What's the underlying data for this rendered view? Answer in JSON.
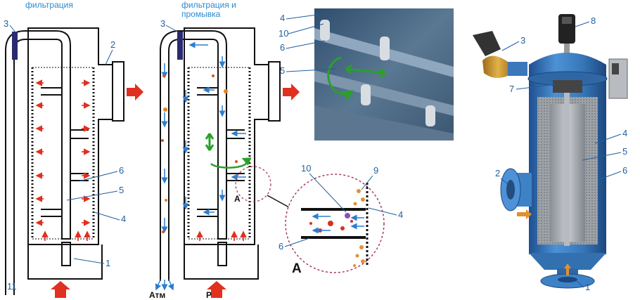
{
  "headers": {
    "left": "фильтрация",
    "middle": "фильтрация и промывка",
    "middle_line1": "фильтрация и",
    "middle_line2": "промывка"
  },
  "left_diagram": {
    "labels": [
      "3",
      "2",
      "6",
      "5",
      "4",
      "1",
      "11"
    ]
  },
  "middle_diagram": {
    "labels": [
      "3",
      "А"
    ],
    "bottom_left": "Атм",
    "bottom_right": "Р"
  },
  "photo_detail": {
    "labels": [
      "4",
      "10",
      "6",
      "5"
    ]
  },
  "zoom_detail": {
    "title": "А",
    "labels": [
      "10",
      "9",
      "4",
      "6"
    ]
  },
  "render": {
    "labels": [
      "8",
      "3",
      "7",
      "2",
      "4",
      "5",
      "6",
      "1"
    ]
  },
  "colors": {
    "body_blue": "#3b7fc0",
    "outline": "#111111",
    "arrow_red": "#e03020",
    "arrow_blue": "#2b7fd0",
    "arrow_green": "#2aa02a",
    "label_blue": "#1f5f9f"
  }
}
